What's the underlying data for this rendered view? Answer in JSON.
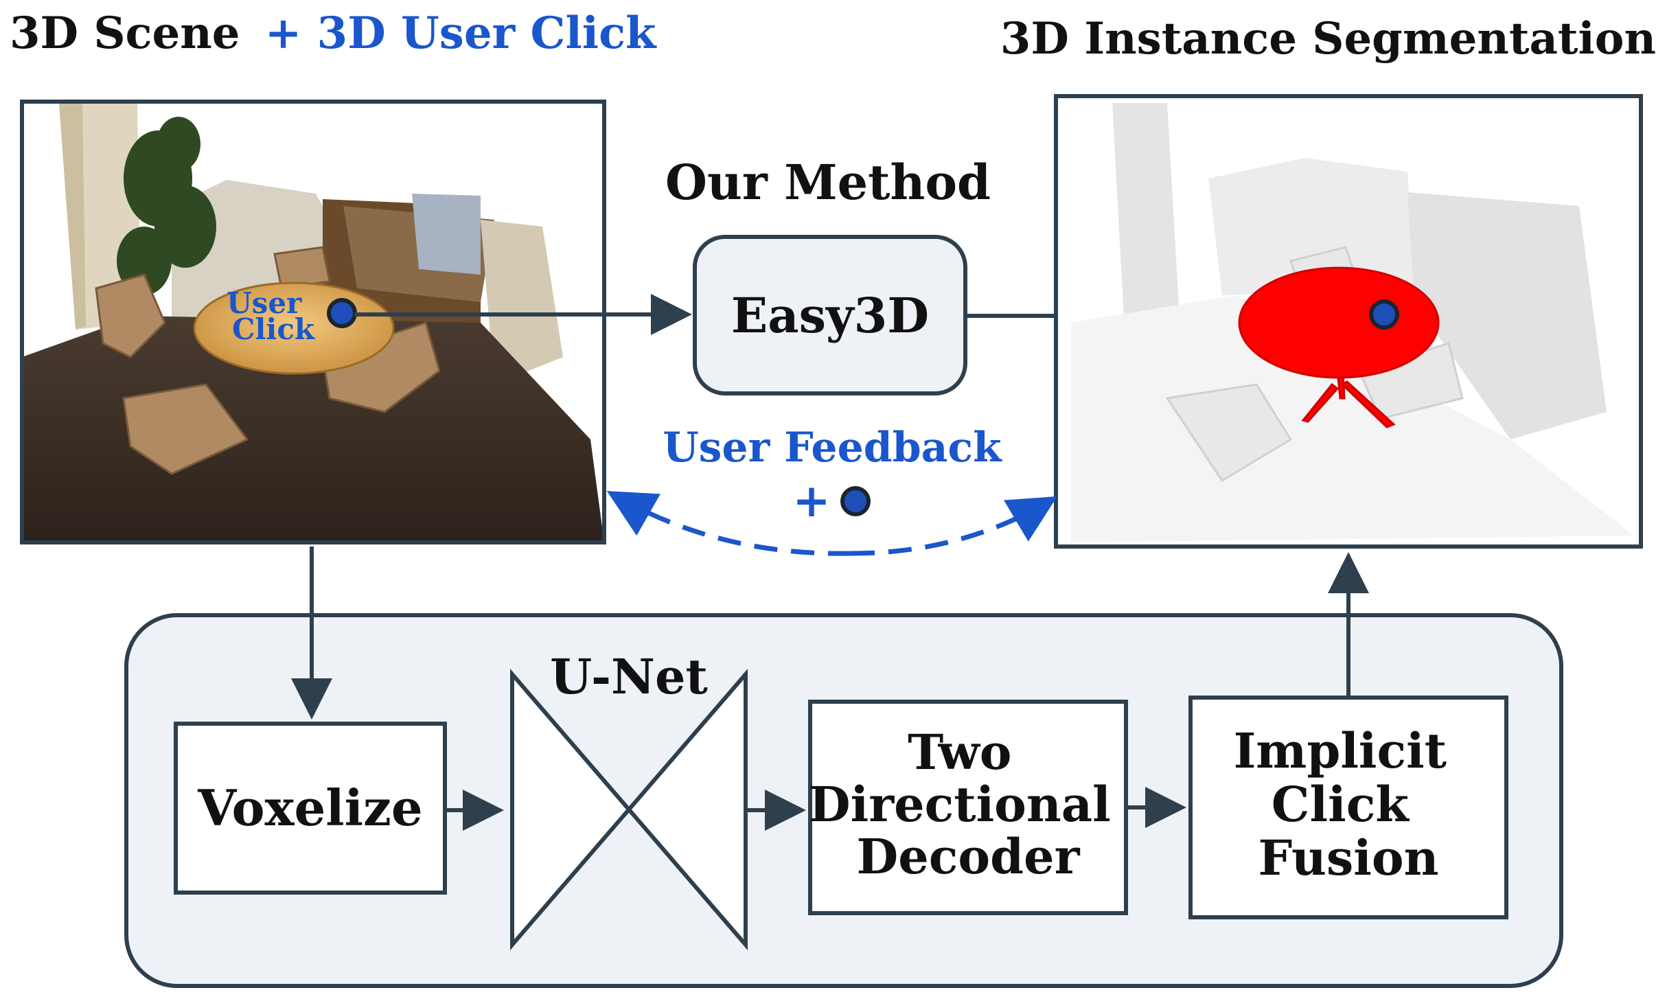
{
  "titles": {
    "left_black": "3D Scene",
    "left_blue": "+ 3D User Click",
    "right": "3D Instance Segmentation"
  },
  "scene": {
    "click_label_line1": "User",
    "click_label_line2": "Click"
  },
  "method": {
    "heading": "Our Method",
    "box_label": "Easy3D"
  },
  "feedback": {
    "label": "User Feedback",
    "plus": "+"
  },
  "pipeline": {
    "voxelize": "Voxelize",
    "unet": "U-Net",
    "decoder_lines": [
      "Two",
      "Directional",
      "Decoder"
    ],
    "fusion_lines": [
      "Implicit",
      "Click",
      "Fusion"
    ]
  },
  "colors": {
    "ink": "#2e3f4d",
    "accent_blue": "#1a56cc",
    "click_dot": "#1f4fb8",
    "panel_fill": "#eef2f6",
    "segment_red": "#ff0000"
  }
}
